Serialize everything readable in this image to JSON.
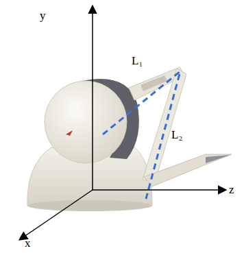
{
  "diagram": {
    "labels": [
      "y",
      "L₁",
      "L₂",
      "z",
      "x"
    ]
  }
}
